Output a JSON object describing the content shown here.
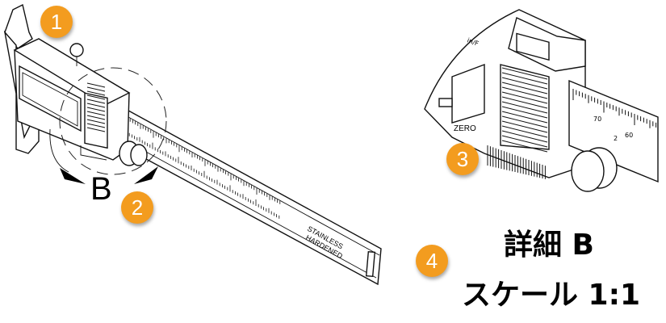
{
  "callouts": [
    "1",
    "2",
    "3",
    "4"
  ],
  "view_label": "B",
  "caliper": {
    "scale_text_line1": "STAINLESS",
    "scale_text_line2": "HARDENED",
    "zero_button": "ZERO",
    "inch_mm_button": "in/F",
    "scale_numbers": [
      "70",
      "2",
      "60"
    ]
  },
  "detail": {
    "title": "詳細 B",
    "scale": "スケール 1:1"
  },
  "colors": {
    "callout": "#f39c1f",
    "line": "#111111"
  }
}
